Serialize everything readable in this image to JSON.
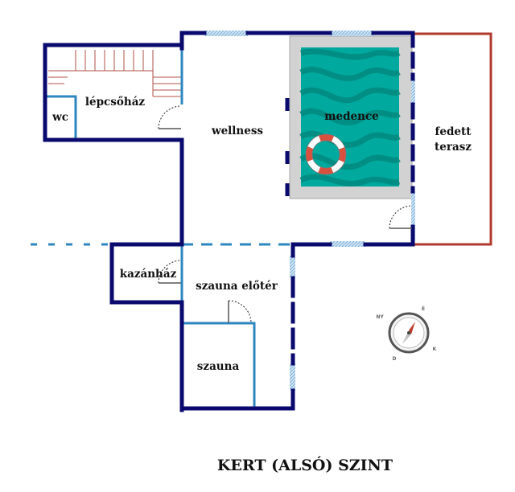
{
  "plan": {
    "title": "KERT (ALSÓ) SZINT",
    "rooms": {
      "lepcsohaz": "lépcsőház",
      "wc": "wc",
      "wellness": "wellness",
      "medence": "medence",
      "fedett_line1": "fedett",
      "fedett_line2": "terasz",
      "kazanhaz": "kazánház",
      "szauna_eloter": "szauna előtér",
      "szauna": "szauna"
    },
    "compass": {
      "n": "É",
      "ny": "NY",
      "k": "K",
      "d": "D"
    }
  },
  "colors": {
    "wall": "#0a0a6e",
    "partition": "#2e86c1",
    "window": "#a9cbe6",
    "terrace": "#b03a2e",
    "pool_water": "#00a99d",
    "pool_edge": "#d2d2d2",
    "stairs": "#b0504a"
  }
}
